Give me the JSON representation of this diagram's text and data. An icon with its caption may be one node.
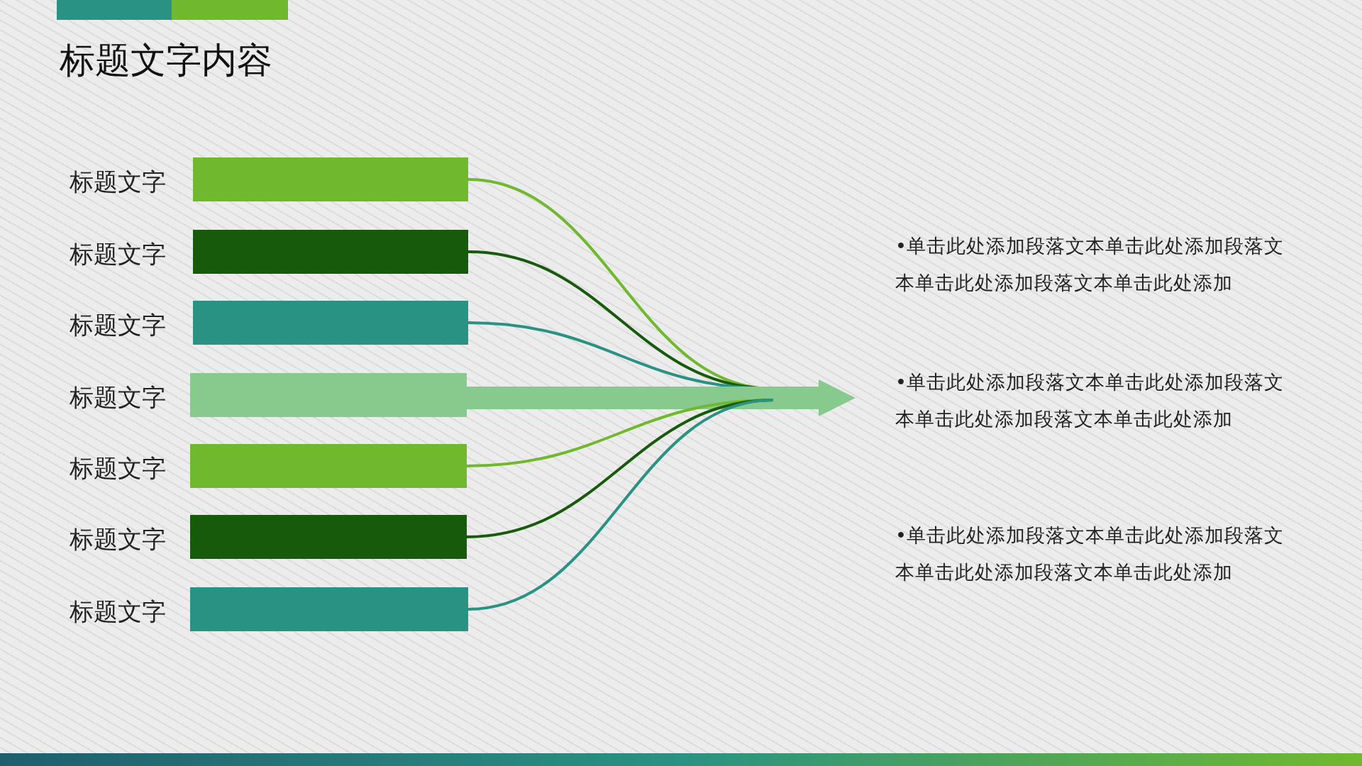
{
  "diagram": {
    "title": "标题文字内容",
    "nodes": [
      {
        "text": [],
        "shape": "bar",
        "beside": [
          "标题文字"
        ]
      },
      {
        "text": [],
        "shape": "bar",
        "beside": [
          "标题文字"
        ]
      },
      {
        "text": [],
        "shape": "bar",
        "beside": [
          "标题文字"
        ]
      },
      {
        "text": [],
        "shape": "bar",
        "beside": [
          "标题文字"
        ]
      },
      {
        "text": [],
        "shape": "bar",
        "beside": [
          "标题文字"
        ]
      },
      {
        "text": [],
        "shape": "bar",
        "beside": [
          "标题文字"
        ]
      },
      {
        "text": [],
        "shape": "bar",
        "beside": [
          "标题文字"
        ]
      }
    ],
    "edges": [
      {
        "from": 0,
        "to": null,
        "arrow": "none",
        "color": "#70b92f"
      },
      {
        "from": 1,
        "to": null,
        "arrow": "none",
        "color": "#175a0b"
      },
      {
        "from": 2,
        "to": null,
        "arrow": "none",
        "color": "#2a9282"
      },
      {
        "from": 3,
        "to": null,
        "arrow": "to",
        "style": "thick",
        "color": "#88c98e"
      },
      {
        "from": 4,
        "to": null,
        "arrow": "none",
        "color": "#70b92f"
      },
      {
        "from": 5,
        "to": null,
        "arrow": "none",
        "color": "#175a0b"
      },
      {
        "from": 6,
        "to": null,
        "arrow": "none",
        "color": "#2a9282"
      }
    ],
    "labels": [
      "•单击此处添加段落文本单击此处添加段落文本单击此处添加段落文本单击此处添加",
      "•单击此处添加段落文本单击此处添加段落文本单击此处添加段落文本单击此处添加",
      "•单击此处添加段落文本单击此处添加段落文本单击此处添加段落文本单击此处添加"
    ]
  }
}
